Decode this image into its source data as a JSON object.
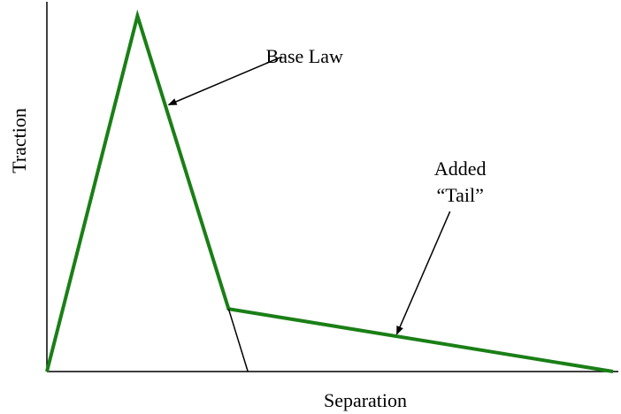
{
  "chart_data": {
    "type": "line",
    "title": "",
    "xlabel": "Separation",
    "ylabel": "Traction",
    "grid": false,
    "legend": "none",
    "xlim": [
      0,
      10
    ],
    "ylim": [
      0,
      10
    ],
    "series": [
      {
        "name": "",
        "color": "#1a7f16",
        "points": [
          [
            0,
            0
          ],
          [
            1.6,
            10
          ],
          [
            3.21,
            1.76
          ],
          [
            10,
            0
          ]
        ]
      },
      {
        "name": "",
        "color": "#000000",
        "points": [
          [
            3.21,
            1.76
          ],
          [
            3.55,
            0
          ]
        ]
      }
    ],
    "annotations": [
      {
        "lines": [
          "Base Law"
        ],
        "text_at": [
          4.55,
          8.85
        ],
        "arrow_from": [
          4.15,
          8.85
        ],
        "arrow_to": [
          2.15,
          7.5
        ]
      },
      {
        "lines": [
          "Added",
          "“Tail”"
        ],
        "text_at": [
          7.3,
          5.7
        ],
        "arrow_from": [
          7.12,
          4.5
        ],
        "arrow_to": [
          6.18,
          1.05
        ]
      }
    ]
  }
}
